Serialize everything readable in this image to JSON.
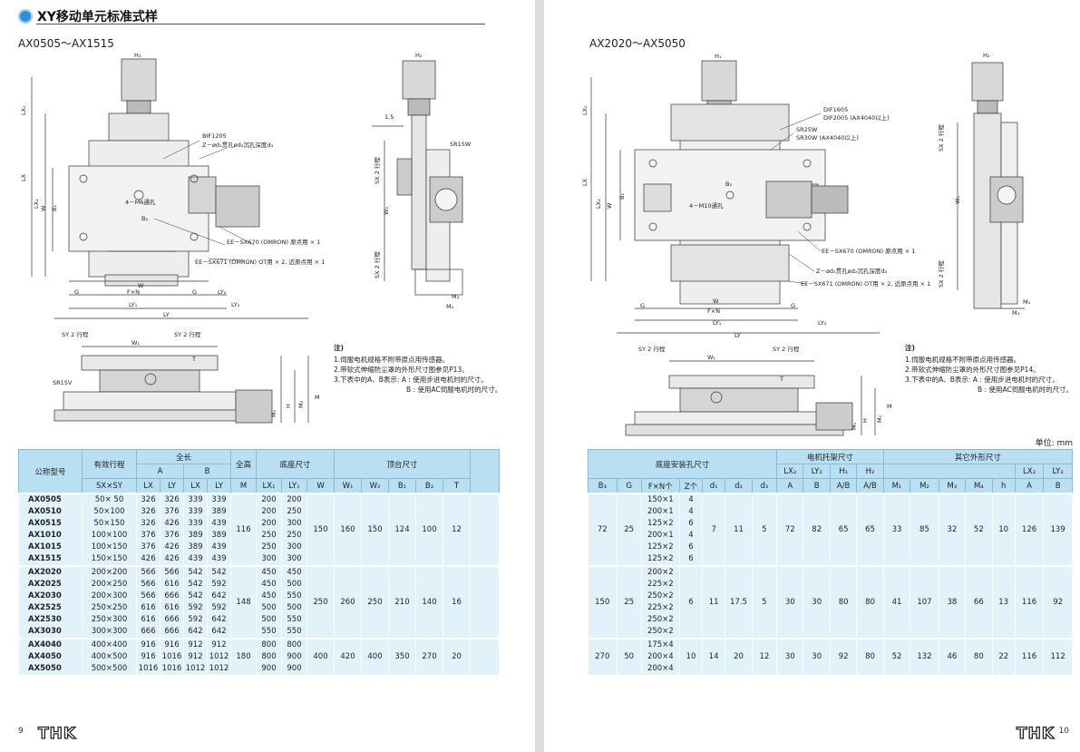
{
  "header": {
    "title": "XY移动单元标准式样"
  },
  "left": {
    "model_range": "AX0505～AX1515",
    "notes": {
      "title": "注)",
      "lines": [
        "1.伺服电机规格不附带原点用传感器。",
        "2.带软式伸缩防尘罩的外形尺寸图参见P13。",
        "3.下表中的A、B表示:  A : 使用步进电机时的尺寸。",
        "B : 使用AC伺服电机时的尺寸。"
      ]
    },
    "labels": {
      "h1": "H₁",
      "h2": "H₂",
      "lx2": "LX₂",
      "lx": "LX",
      "lx1": "LX₁",
      "w": "W",
      "b1": "B₁",
      "b2": "B₂",
      "holes": "4－M6通孔",
      "bif": "BIF1205",
      "counterbore": "Z－ød₁贯孔ød₂沉孔深度d₃",
      "sensor1": "EE－SX670 (OMRON) 原点用 × 1",
      "sensor2": "EE－SX671 (OMRON) OT用 × 2, 近原点用 × 1",
      "g": "G",
      "fxn": "F×N",
      "ly1": "LY₁",
      "ly2": "LY₂",
      "ly": "LY",
      "m3": "M₃",
      "m4": "M₄",
      "sx": "SX 2 行程",
      "w2": "W₂",
      "sr": "SR15W",
      "dim15": "1.5",
      "sy": "SY 2 行程",
      "w1": "W₁",
      "t": "T",
      "srv": "SR15V",
      "m1": "M₁",
      "m2": "M₂",
      "h": "H",
      "m": "M"
    },
    "table": {
      "h_model": "公称型号",
      "h_stroke": "有效行程",
      "h_len": "全长",
      "h_a": "A",
      "h_b": "B",
      "h_height": "全高",
      "h_base": "底座尺寸",
      "h_top": "顶台尺寸",
      "sub": [
        "SX×SY",
        "LX",
        "LY",
        "LX",
        "LY",
        "M",
        "LX₁",
        "LY₁",
        "W",
        "W₁",
        "W₂",
        "B₁",
        "B₂",
        "T"
      ],
      "groups": [
        {
          "rows": [
            [
              "AX0505",
              "50× 50",
              "326",
              "326",
              "339",
              "339"
            ],
            [
              "AX0510",
              "50×100",
              "326",
              "376",
              "339",
              "389"
            ],
            [
              "AX0515",
              "50×150",
              "326",
              "426",
              "339",
              "439"
            ],
            [
              "AX1010",
              "100×100",
              "376",
              "376",
              "389",
              "389"
            ],
            [
              "AX1015",
              "100×150",
              "376",
              "426",
              "389",
              "439"
            ],
            [
              "AX1515",
              "150×150",
              "426",
              "426",
              "439",
              "439"
            ]
          ],
          "m": "116",
          "lx1": [
            "200",
            "200",
            "200",
            "250",
            "250",
            "300"
          ],
          "ly1": [
            "200",
            "250",
            "300",
            "250",
            "300",
            "300"
          ],
          "shared": [
            "150",
            "160",
            "150",
            "124",
            "100",
            "12"
          ]
        },
        {
          "rows": [
            [
              "AX2020",
              "200×200",
              "566",
              "566",
              "542",
              "542"
            ],
            [
              "AX2025",
              "200×250",
              "566",
              "616",
              "542",
              "592"
            ],
            [
              "AX2030",
              "200×300",
              "566",
              "666",
              "542",
              "642"
            ],
            [
              "AX2525",
              "250×250",
              "616",
              "616",
              "592",
              "592"
            ],
            [
              "AX2530",
              "250×300",
              "616",
              "666",
              "592",
              "642"
            ],
            [
              "AX3030",
              "300×300",
              "666",
              "666",
              "642",
              "642"
            ]
          ],
          "m": "148",
          "lx1": [
            "450",
            "450",
            "450",
            "500",
            "500",
            "550"
          ],
          "ly1": [
            "450",
            "500",
            "550",
            "500",
            "550",
            "550"
          ],
          "shared": [
            "250",
            "260",
            "250",
            "210",
            "140",
            "16"
          ]
        },
        {
          "rows": [
            [
              "AX4040",
              "400×400",
              "916",
              "916",
              "912",
              "912"
            ],
            [
              "AX4050",
              "400×500",
              "916",
              "1016",
              "912",
              "1012"
            ],
            [
              "AX5050",
              "500×500",
              "1016",
              "1016",
              "1012",
              "1012"
            ]
          ],
          "m": "180",
          "lx1": [
            "800",
            "800",
            "900"
          ],
          "ly1": [
            "800",
            "900",
            "900"
          ],
          "shared": [
            "400",
            "420",
            "400",
            "350",
            "270",
            "20"
          ]
        }
      ]
    },
    "page_number": "9",
    "logo": "THK"
  },
  "right": {
    "model_range": "AX2020～AX5050",
    "unit": "单位: mm",
    "notes": {
      "title": "注)",
      "lines": [
        "1.伺服电机规格不附带原点用传感器。",
        "2.带软式伸缩防尘罩的外形尺寸图参见P14。",
        "3.下表中的A、B表示:  A : 使用步进电机时的尺寸。",
        "B : 使用AC伺服电机时的尺寸。"
      ]
    },
    "labels": {
      "h1": "H₁",
      "h2": "H₂",
      "lx2": "LX₂",
      "lx": "LX",
      "lx1": "LX₁",
      "w": "W",
      "b1": "B₁",
      "b2": "B₂",
      "holes": "4－M10通孔",
      "dif1": "DIF1605",
      "dif2": "DIF2005 (AX4040以上)",
      "sr25": "SR25W",
      "sr30": "SR30W (AX4040以上)",
      "sensor1": "EE－SX670 (OMRON) 原点用 × 1",
      "counterbore": "Z－ød₁贯孔ød₂沉孔深度d₃",
      "sensor2": "EE－SX671 (OMRON) OT用 × 2, 近原点用 × 1",
      "g": "G",
      "fxn": "F×N",
      "ly1": "LY₁",
      "ly2": "LY₂",
      "ly": "LY",
      "sx": "SX 2 行程",
      "w2": "W₂",
      "m3": "M₃",
      "m4": "M₄",
      "sy": "SY 2 行程",
      "w1": "W₁",
      "t": "T",
      "m1": "M₁",
      "m2": "M₂",
      "h": "H",
      "m": "M"
    },
    "table": {
      "h_mount": "底座安装孔尺寸",
      "h_bracket": "电机托架尺寸",
      "h_other": "其它外形尺寸",
      "h_mid": [
        "LX₂",
        "LY₂",
        "H₁",
        "H₂"
      ],
      "h_lx2": "LX₂",
      "h_ly2": "LY₂",
      "sub": [
        "B₃",
        "G",
        "F×N个",
        "Z个",
        "d₁",
        "d₂",
        "d₃",
        "A",
        "B",
        "A/B",
        "A/B",
        "M₁",
        "M₂",
        "M₃",
        "M₄",
        "h",
        "A",
        "B"
      ],
      "groups": [
        {
          "b3": "72",
          "g": "25",
          "fxn": [
            "150×1",
            "200×1",
            "125×2",
            "200×1",
            "125×2",
            "125×2"
          ],
          "z": [
            "4",
            "4",
            "6",
            "4",
            "6",
            "6"
          ],
          "rest": [
            "7",
            "11",
            "5",
            "72",
            "82",
            "65",
            "65",
            "33",
            "85",
            "32",
            "52",
            "10",
            "126",
            "139"
          ]
        },
        {
          "b3": "150",
          "g": "25",
          "fxn": [
            "200×2",
            "225×2",
            "250×2",
            "225×2",
            "250×2",
            "250×2"
          ],
          "z": [
            "6",
            "",
            "",
            "",
            "",
            ""
          ],
          "rest": [
            "11",
            "17.5",
            "5",
            "30",
            "30",
            "80",
            "80",
            "41",
            "107",
            "38",
            "66",
            "13",
            "116",
            "92"
          ]
        },
        {
          "b3": "270",
          "g": "50",
          "fxn": [
            "175×4",
            "200×4",
            "200×4"
          ],
          "z": [
            "10",
            "",
            ""
          ],
          "rest": [
            "14",
            "20",
            "12",
            "30",
            "30",
            "92",
            "80",
            "52",
            "132",
            "46",
            "80",
            "22",
            "116",
            "112"
          ]
        }
      ]
    },
    "page_number": "10",
    "logo": "THK"
  }
}
